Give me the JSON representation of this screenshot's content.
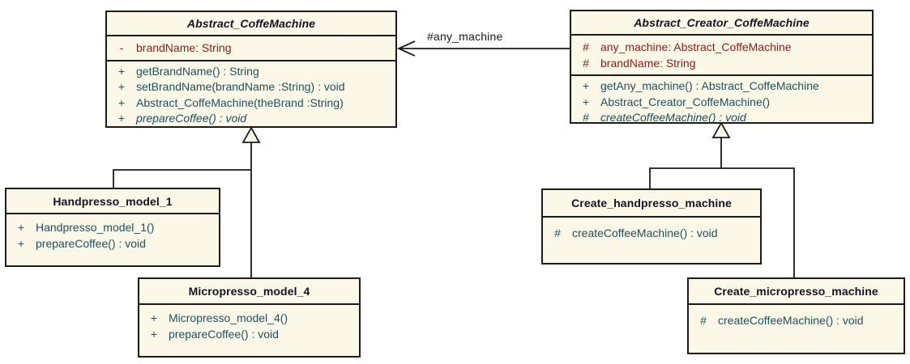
{
  "diagram": {
    "type": "uml-class-diagram",
    "colors": {
      "background": "#FFFFFF",
      "box_fill": "#FCF8E8",
      "border": "#1B1B1B",
      "title_text": "#131324",
      "attribute_text": "#8E1A1A",
      "method_text": "#1D4F5E",
      "connector": "#1A1A1A"
    },
    "classes": [
      {
        "name": "Abstract_CoffeMachine",
        "abstract": true,
        "attributes": [
          {
            "visibility": "-",
            "text": "brandName: String"
          }
        ],
        "methods": [
          {
            "visibility": "+",
            "text": "getBrandName() : String",
            "abstract": false
          },
          {
            "visibility": "+",
            "text": "setBrandName(brandName :String) : void",
            "abstract": false
          },
          {
            "visibility": "+",
            "text": "Abstract_CoffeMachine(theBrand :String)",
            "abstract": false
          },
          {
            "visibility": "+",
            "text": "prepareCoffee() : void",
            "abstract": true
          }
        ]
      },
      {
        "name": "Abstract_Creator_CoffeMachine",
        "abstract": true,
        "attributes": [
          {
            "visibility": "#",
            "text": "any_machine: Abstract_CoffeMachine"
          },
          {
            "visibility": "#",
            "text": "brandName: String"
          }
        ],
        "methods": [
          {
            "visibility": "+",
            "text": "getAny_machine() : Abstract_CoffeMachine",
            "abstract": false
          },
          {
            "visibility": "+",
            "text": "Abstract_Creator_CoffeMachine()",
            "abstract": false
          },
          {
            "visibility": "#",
            "text": "createCoffeeMachine() : void",
            "abstract": true
          }
        ]
      },
      {
        "name": "Handpresso_model_1",
        "abstract": false,
        "attributes": [],
        "methods": [
          {
            "visibility": "+",
            "text": "Handpresso_model_1()",
            "abstract": false
          },
          {
            "visibility": "+",
            "text": "prepareCoffee() : void",
            "abstract": false
          }
        ]
      },
      {
        "name": "Micropresso_model_4",
        "abstract": false,
        "attributes": [],
        "methods": [
          {
            "visibility": "+",
            "text": "Micropresso_model_4()",
            "abstract": false
          },
          {
            "visibility": "+",
            "text": "prepareCoffee() : void",
            "abstract": false
          }
        ]
      },
      {
        "name": "Create_handpresso_machine",
        "abstract": false,
        "attributes": [],
        "methods": [
          {
            "visibility": "#",
            "text": "createCoffeeMachine() : void",
            "abstract": false
          }
        ]
      },
      {
        "name": "Create_micropresso_machine",
        "abstract": false,
        "attributes": [],
        "methods": [
          {
            "visibility": "#",
            "text": "createCoffeeMachine() : void",
            "abstract": false
          }
        ]
      }
    ],
    "relations": {
      "association": {
        "label": "#any_machine",
        "from": "Abstract_Creator_CoffeMachine",
        "to": "Abstract_CoffeMachine",
        "arrow": "open"
      },
      "generalizations": [
        {
          "from": "Handpresso_model_1",
          "to": "Abstract_CoffeMachine"
        },
        {
          "from": "Micropresso_model_4",
          "to": "Abstract_CoffeMachine"
        },
        {
          "from": "Create_handpresso_machine",
          "to": "Abstract_Creator_CoffeMachine"
        },
        {
          "from": "Create_micropresso_machine",
          "to": "Abstract_Creator_CoffeMachine"
        }
      ]
    }
  }
}
